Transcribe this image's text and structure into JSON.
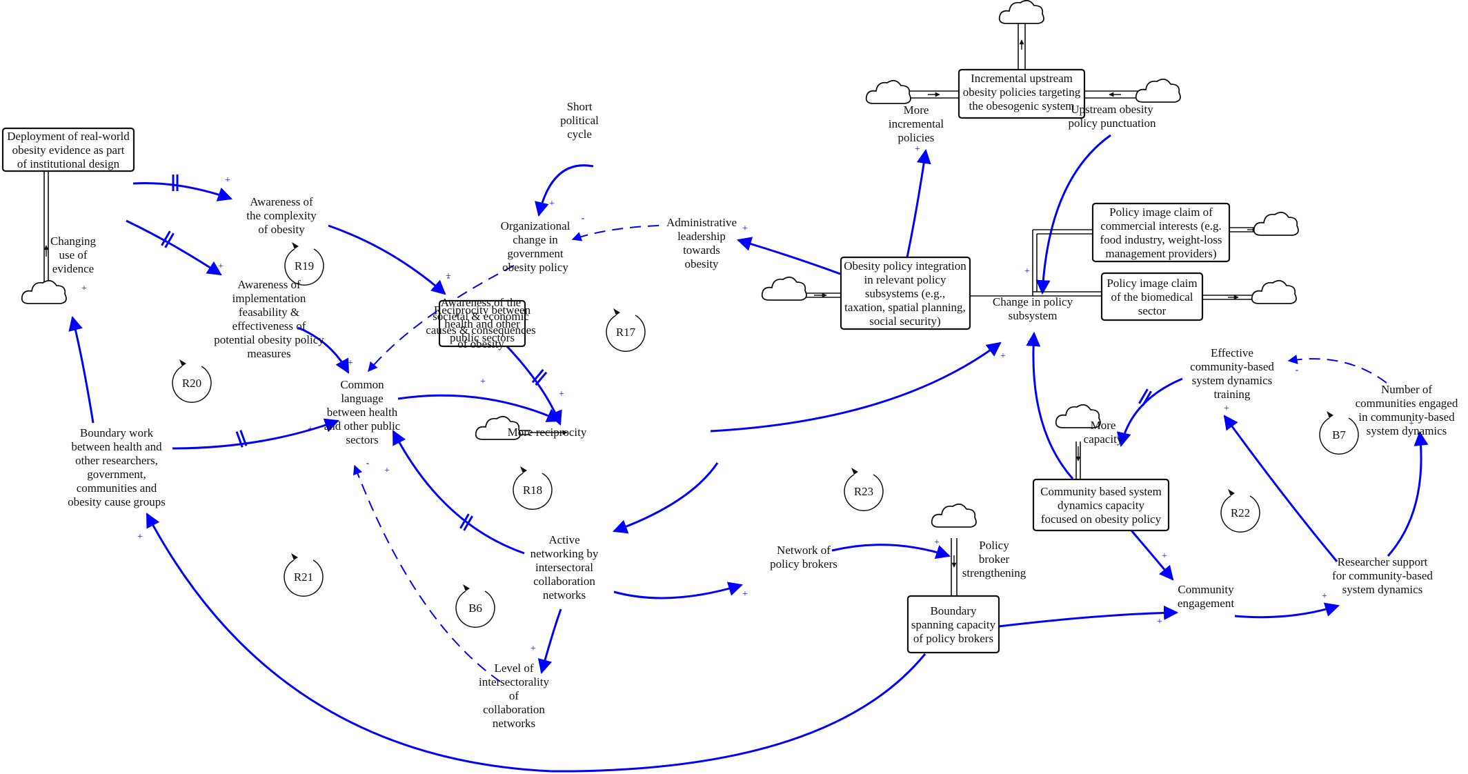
{
  "stocks": [
    {
      "id": "deployment",
      "lines": [
        "Deployment of real-world",
        "obesity evidence as part",
        "of institutional design"
      ]
    },
    {
      "id": "reciprocity",
      "lines": [
        "Reciprocity between",
        "health and other",
        "public sectors"
      ]
    },
    {
      "id": "incremental",
      "lines": [
        "Incremental upstream",
        "obesity policies targeting",
        "the obesogenic system"
      ]
    },
    {
      "id": "integration",
      "lines": [
        "Obesity policy integration",
        "in relevant policy",
        "subsystems (e.g.,",
        "taxation, spatial planning,",
        "social security)"
      ]
    },
    {
      "id": "commercial",
      "lines": [
        "Policy image claim of",
        "commercial interests (e.g.",
        "food industry, weight-loss",
        "management providers)"
      ]
    },
    {
      "id": "biomedical",
      "lines": [
        "Policy image claim",
        "of the biomedical",
        "sector"
      ]
    },
    {
      "id": "sd-capacity",
      "lines": [
        "Community based system",
        "dynamics capacity",
        "focused on obesity policy"
      ]
    },
    {
      "id": "boundary-spanning",
      "lines": [
        "Boundary",
        "spanning capacity",
        "of policy brokers"
      ]
    }
  ],
  "variables": [
    {
      "id": "changing-use",
      "lines": [
        "Changing",
        "use of",
        "evidence"
      ]
    },
    {
      "id": "awareness-complexity",
      "lines": [
        "Awareness of",
        "the complexity",
        "of obesity"
      ]
    },
    {
      "id": "awareness-implementation",
      "lines": [
        "Awareness of",
        "implementation",
        "feasability &",
        "effectiveness of",
        "potential obesity policy",
        "measures"
      ]
    },
    {
      "id": "short-political",
      "lines": [
        "Short",
        "political",
        "cycle"
      ]
    },
    {
      "id": "org-change",
      "lines": [
        "Organizational",
        "change in",
        "government",
        "obesity policy"
      ]
    },
    {
      "id": "admin-leadership",
      "lines": [
        "Administrative",
        "leadership",
        "towards",
        "obesity"
      ]
    },
    {
      "id": "awareness-societal",
      "lines": [
        "Awareness of the",
        "societal & economic",
        "causes & consequences",
        "of obesity"
      ]
    },
    {
      "id": "common-language",
      "lines": [
        "Common",
        "language",
        "between health",
        "and other public",
        "sectors"
      ]
    },
    {
      "id": "boundary-work",
      "lines": [
        "Boundary work",
        "between health and",
        "other researchers,",
        "government,",
        "communities and",
        "obesity cause groups"
      ]
    },
    {
      "id": "more-reciprocity",
      "lines": [
        "More reciprocity"
      ]
    },
    {
      "id": "active-networking",
      "lines": [
        "Active",
        "networking by",
        "intersectoral",
        "collaboration",
        "networks"
      ]
    },
    {
      "id": "level-intersectorality",
      "lines": [
        "Level of",
        "intersectorality",
        "of",
        "collaboration",
        "networks"
      ]
    },
    {
      "id": "network-brokers",
      "lines": [
        "Network of",
        "policy brokers"
      ]
    },
    {
      "id": "broker-strengthening",
      "lines": [
        "Policy",
        "broker",
        "strengthening"
      ]
    },
    {
      "id": "more-incremental",
      "lines": [
        "More",
        "incremental",
        "policies"
      ]
    },
    {
      "id": "upstream-punctuation",
      "lines": [
        "Upstream obesity",
        "policy punctuation"
      ]
    },
    {
      "id": "change-subsystem",
      "lines": [
        "Change in policy",
        "subsystem"
      ]
    },
    {
      "id": "effective-training",
      "lines": [
        "Effective",
        "community-based",
        "system dynamics",
        "training"
      ]
    },
    {
      "id": "number-communities",
      "lines": [
        "Number of",
        "communities engaged",
        "in community-based",
        "system dynamics"
      ]
    },
    {
      "id": "more-capacity",
      "lines": [
        "More",
        "capacity"
      ]
    },
    {
      "id": "community-engagement",
      "lines": [
        "Community",
        "engagement"
      ]
    },
    {
      "id": "researcher-support",
      "lines": [
        "Researcher support",
        "for community-based",
        "system dynamics"
      ]
    }
  ],
  "loops": [
    {
      "id": "R19",
      "label": "R19"
    },
    {
      "id": "R20",
      "label": "R20"
    },
    {
      "id": "R17",
      "label": "R17"
    },
    {
      "id": "R18",
      "label": "R18"
    },
    {
      "id": "R21",
      "label": "R21"
    },
    {
      "id": "B6",
      "label": "B6"
    },
    {
      "id": "R23",
      "label": "R23"
    },
    {
      "id": "R22",
      "label": "R22"
    },
    {
      "id": "B7",
      "label": "B7"
    }
  ],
  "links": [
    {
      "id": "deploy-to-complexity",
      "from": "Deployment of real-world obesity evidence as part of institutional design",
      "to": "Awareness of the complexity of obesity",
      "polarity": "+",
      "delay": true,
      "dashed": false
    },
    {
      "id": "deploy-to-implementation",
      "from": "Deployment of real-world obesity evidence as part of institutional design",
      "to": "Awareness of implementation feasability & effectiveness of potential obesity policy measures",
      "polarity": "+",
      "delay": true,
      "dashed": false
    },
    {
      "id": "complexity-to-societal",
      "from": "Awareness of the complexity of obesity",
      "to": "Awareness of the societal & economic causes & consequences of obesity",
      "polarity": "+",
      "delay": false,
      "dashed": false
    },
    {
      "id": "implementation-to-language",
      "from": "Awareness of implementation feasability & effectiveness of potential obesity policy measures",
      "to": "Common language between health and other public sectors",
      "polarity": "+",
      "delay": false,
      "dashed": false
    },
    {
      "id": "political-to-org",
      "from": "Short political cycle",
      "to": "Organizational change in government obesity policy",
      "polarity": "+",
      "delay": false,
      "dashed": false
    },
    {
      "id": "leadership-to-org",
      "from": "Administrative leadership towards obesity",
      "to": "Organizational change in government obesity policy",
      "polarity": "-",
      "delay": false,
      "dashed": true
    },
    {
      "id": "org-to-language",
      "from": "Organizational change in government obesity policy",
      "to": "Common language between health and other public sectors",
      "polarity": "-",
      "delay": false,
      "dashed": true
    },
    {
      "id": "societal-to-reciprocity",
      "from": "Awareness of the societal & economic causes & consequences of obesity",
      "to": "More reciprocity",
      "polarity": "+",
      "delay": true,
      "dashed": false
    },
    {
      "id": "language-to-reciprocity",
      "from": "Common language between health and other public sectors",
      "to": "More reciprocity",
      "polarity": "+",
      "delay": false,
      "dashed": false
    },
    {
      "id": "boundary-to-language",
      "from": "Boundary work between health and other researchers, government, communities and obesity cause groups",
      "to": "Common language between health and other public sectors",
      "polarity": "+",
      "delay": true,
      "dashed": false
    },
    {
      "id": "boundary-to-changing",
      "from": "Boundary work between health and other researchers, government, communities and obesity cause groups",
      "to": "Changing use of evidence",
      "polarity": "+",
      "delay": false,
      "dashed": false
    },
    {
      "id": "reciprocity-to-networking",
      "from": "Reciprocity between health and other public sectors",
      "to": "Active networking by intersectoral collaboration networks",
      "polarity": "+",
      "delay": false,
      "dashed": false
    },
    {
      "id": "reciprocity-to-change",
      "from": "Reciprocity between health and other public sectors",
      "to": "Change in policy subsystem",
      "polarity": "+",
      "delay": false,
      "dashed": false
    },
    {
      "id": "networking-to-language",
      "from": "Active networking by intersectoral collaboration networks",
      "to": "Common language between health and other public sectors",
      "polarity": "+",
      "delay": true,
      "dashed": false
    },
    {
      "id": "networking-to-level",
      "from": "Active networking by intersectoral collaboration networks",
      "to": "Level of intersectorality of collaboration networks",
      "polarity": "+",
      "delay": false,
      "dashed": false
    },
    {
      "id": "networking-to-brokers",
      "from": "Active networking by intersectoral collaboration networks",
      "to": "Network of policy brokers",
      "polarity": "+",
      "delay": false,
      "dashed": false
    },
    {
      "id": "level-to-language",
      "from": "Level of intersectorality of collaboration networks",
      "to": "Common language between health and other public sectors",
      "polarity": "-",
      "delay": false,
      "dashed": true
    },
    {
      "id": "brokers-to-strengthening",
      "from": "Network of policy brokers",
      "to": "Policy broker strengthening",
      "polarity": "+",
      "delay": false,
      "dashed": false
    },
    {
      "id": "integration-to-leadership",
      "from": "Obesity policy integration in relevant policy subsystems",
      "to": "Administrative leadership towards obesity",
      "polarity": "+",
      "delay": false,
      "dashed": false
    },
    {
      "id": "integration-to-incremental",
      "from": "Obesity policy integration in relevant policy subsystems",
      "to": "More incremental policies",
      "polarity": "+",
      "delay": false,
      "dashed": false
    },
    {
      "id": "punctuation-to-change",
      "from": "Upstream obesity policy punctuation",
      "to": "Change in policy subsystem",
      "polarity": "+",
      "delay": false,
      "dashed": false
    },
    {
      "id": "capacity-to-change",
      "from": "Community based system dynamics capacity focused on obesity policy",
      "to": "Change in policy subsystem",
      "polarity": "+",
      "delay": false,
      "dashed": false
    },
    {
      "id": "training-to-capacity",
      "from": "Effective community-based system dynamics training",
      "to": "More capacity",
      "polarity": "+",
      "delay": true,
      "dashed": false
    },
    {
      "id": "communities-to-training",
      "from": "Number of communities engaged in community-based system dynamics",
      "to": "Effective community-based system dynamics training",
      "polarity": "-",
      "delay": false,
      "dashed": true
    },
    {
      "id": "capacity-to-engagement",
      "from": "Community based system dynamics capacity focused on obesity policy",
      "to": "Community engagement",
      "polarity": "+",
      "delay": false,
      "dashed": false
    },
    {
      "id": "spanning-to-engagement",
      "from": "Boundary spanning capacity of policy brokers",
      "to": "Community engagement",
      "polarity": "+",
      "delay": false,
      "dashed": false
    },
    {
      "id": "engagement-to-support",
      "from": "Community engagement",
      "to": "Researcher support for community-based system dynamics",
      "polarity": "+",
      "delay": false,
      "dashed": false
    },
    {
      "id": "support-to-training",
      "from": "Researcher support for community-based system dynamics",
      "to": "Effective community-based system dynamics training",
      "polarity": "+",
      "delay": false,
      "dashed": false
    },
    {
      "id": "support-to-communities",
      "from": "Researcher support for community-based system dynamics",
      "to": "Number of communities engaged in community-based system dynamics",
      "polarity": "+",
      "delay": false,
      "dashed": false
    },
    {
      "id": "spanning-to-boundary",
      "from": "Boundary spanning capacity of policy brokers",
      "to": "Boundary work between health and other researchers, government, communities and obesity cause groups",
      "polarity": "+",
      "delay": false,
      "dashed": false
    }
  ]
}
